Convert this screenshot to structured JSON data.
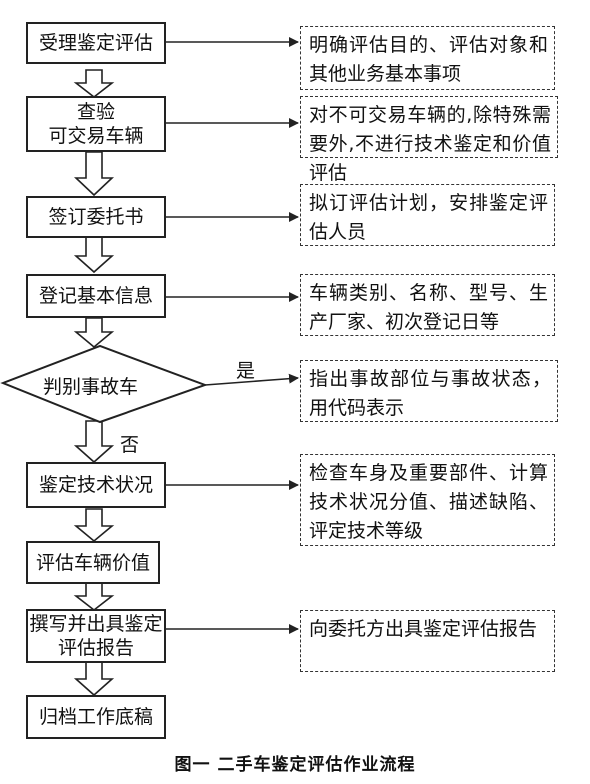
{
  "steps": [
    "受理鉴定评估",
    "查验",
    "可交易车辆",
    "签订委托书",
    "登记基本信息",
    "判别事故车",
    "鉴定技术状况",
    "评估车辆价值",
    "撰写并出具鉴定",
    "评估报告",
    "归档工作底稿"
  ],
  "notes": [
    "明确评估目的、评估对象和其他业务基本事项",
    "对不可交易车辆的,除特殊需要外,不进行技术鉴定和价值评估",
    "拟订评估计划，安排鉴定评估人员",
    "车辆类别、名称、型号、生产厂家、初次登记日等",
    "指出事故部位与事故状态，用代码表示",
    "检查车身及重要部件、计算技术状况分值、描述缺陷、评定技术等级",
    "向委托方出具鉴定评估报告"
  ],
  "labels": {
    "yes": "是",
    "no": "否"
  },
  "caption": "图一  二手车鉴定评估作业流程"
}
